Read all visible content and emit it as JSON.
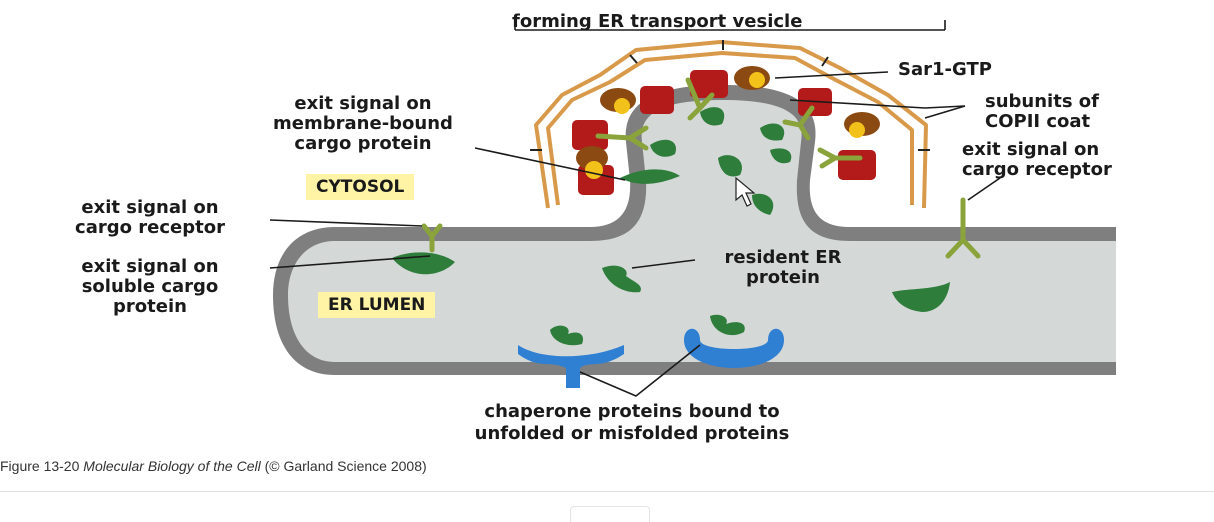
{
  "labels": {
    "forming_vesicle": "forming ER transport vesicle",
    "sar1": "Sar1-GTP",
    "copii_1": "subunits of",
    "copii_2": "COPII coat",
    "exit_membrane_1": "exit signal on",
    "exit_membrane_2": "membrane-bound",
    "exit_membrane_3": "cargo protein",
    "exit_receptor_right_1": "exit signal on",
    "exit_receptor_right_2": "cargo receptor",
    "cytosol": "CYTOSOL",
    "exit_receptor_left_1": "exit signal on",
    "exit_receptor_left_2": "cargo receptor",
    "exit_soluble_1": "exit signal on",
    "exit_soluble_2": "soluble cargo",
    "exit_soluble_3": "protein",
    "resident_1": "resident ER",
    "resident_2": "protein",
    "er_lumen": "ER LUMEN",
    "chaperone_1": "chaperone proteins bound to",
    "chaperone_2": "unfolded or misfolded proteins"
  },
  "caption": {
    "prefix": "Figure 13-20",
    "title": "Molecular Biology of the Cell",
    "suffix": "(© Garland Science 2008)"
  },
  "colors": {
    "membrane": "#7f7f7f",
    "lumen": "#d4d9d8",
    "copii_outer": "#d89a4a",
    "copii_red": "#b31a1a",
    "copii_brown": "#8b4a12",
    "sar1": "#f2c21b",
    "cargo_green": "#2e7d3b",
    "receptor_olive": "#8aa33b",
    "chaperone_blue": "#2f7fd3",
    "tag_yellow": "#fff3a6"
  }
}
